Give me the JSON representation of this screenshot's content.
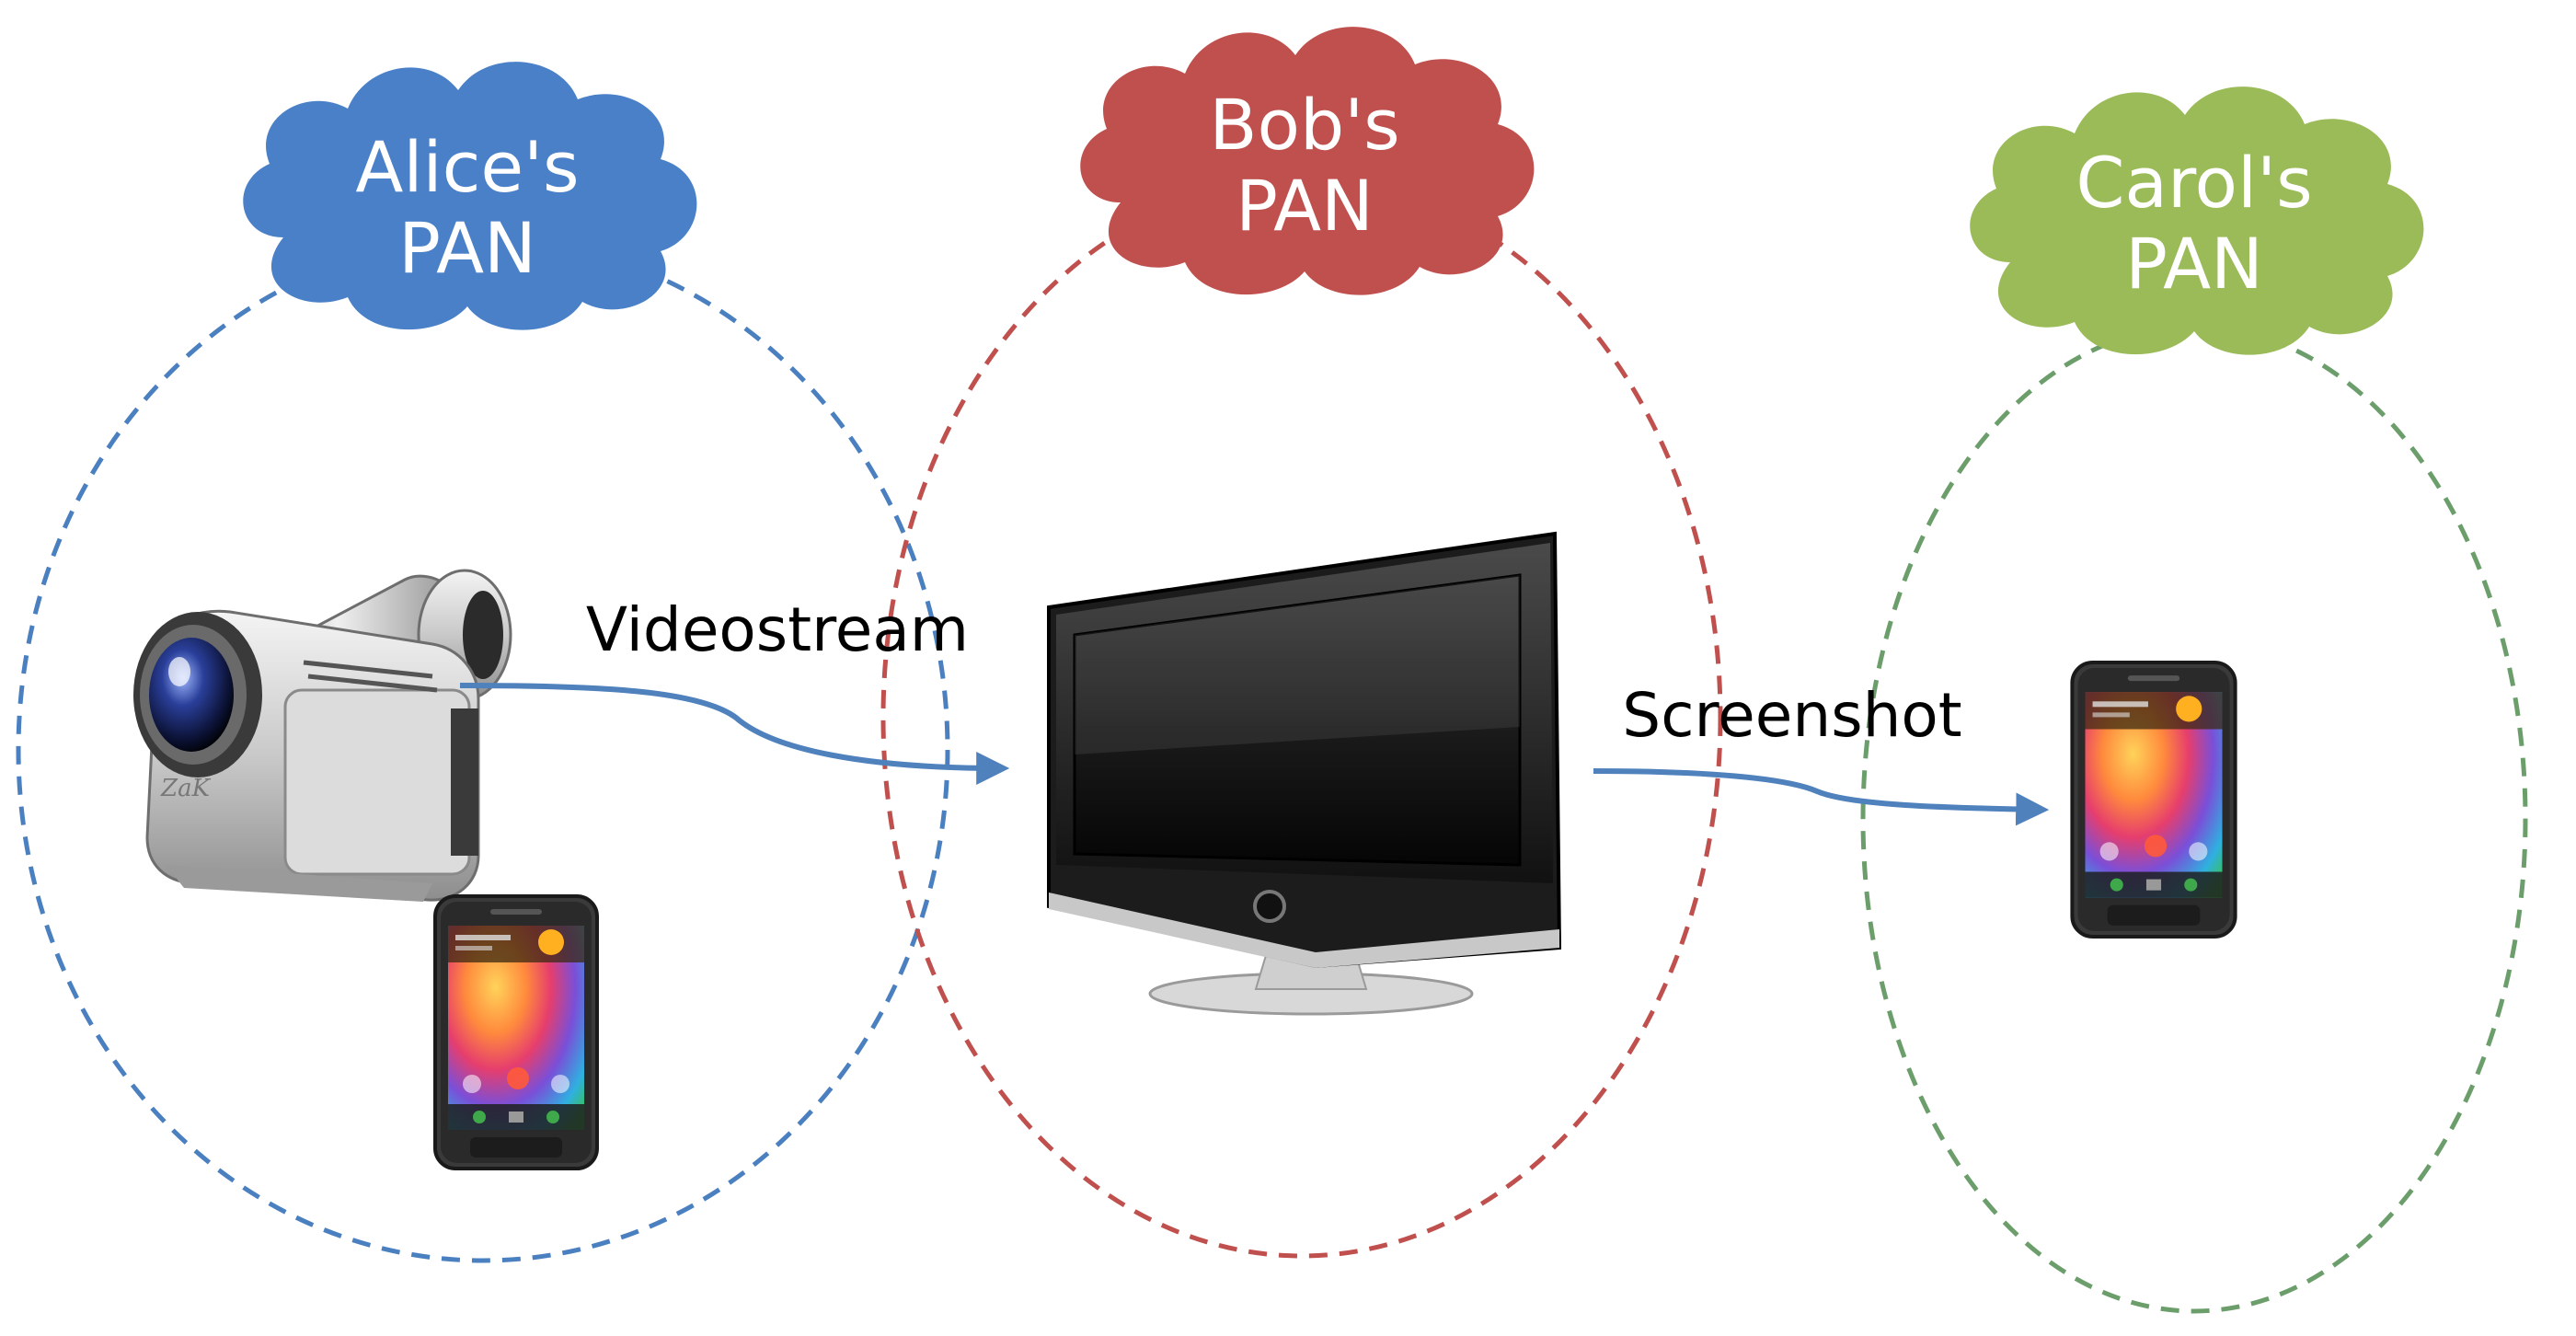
{
  "colors": {
    "alice": "#4a80c8",
    "bob": "#c0504d",
    "carol": "#9bbb59",
    "alice_ring": "#4a7fc0",
    "bob_ring": "#c0504d",
    "carol_ring": "#6b9e6b",
    "arrow": "#4f81bd"
  },
  "pans": [
    {
      "line1": "Alice's",
      "line2": "PAN"
    },
    {
      "line1": "Bob's",
      "line2": "PAN"
    },
    {
      "line1": "Carol's",
      "line2": "PAN"
    }
  ],
  "flows": {
    "videostream": "Videostream",
    "screenshot": "Screenshot"
  },
  "icons": {
    "camera": "video-camera-icon",
    "tv": "television-icon",
    "phone": "smartphone-icon"
  }
}
